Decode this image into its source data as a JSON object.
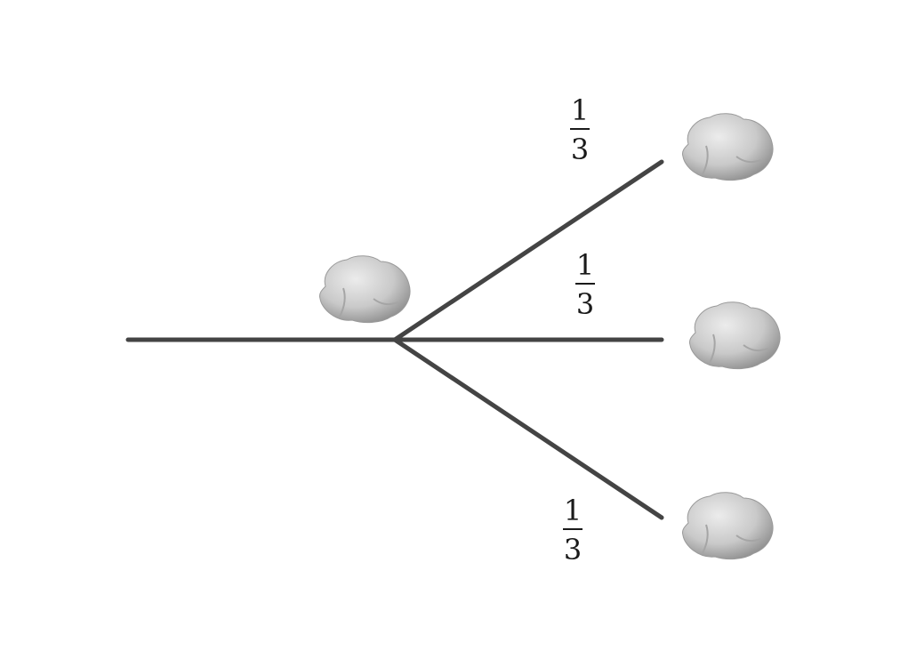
{
  "diagram": {
    "branches": [
      {
        "id": "upper",
        "probability": {
          "numerator": "1",
          "denominator": "3"
        }
      },
      {
        "id": "middle",
        "probability": {
          "numerator": "1",
          "denominator": "3"
        }
      },
      {
        "id": "lower",
        "probability": {
          "numerator": "1",
          "denominator": "3"
        }
      }
    ],
    "colors": {
      "line": "#444444",
      "rock_base": "#c9c9c9",
      "rock_shadow": "#8f8f8f",
      "rock_highlight": "#ececec",
      "text": "#1a1a1a"
    },
    "icons": {
      "source": "rock-icon",
      "outcome": "rock-icon"
    }
  }
}
